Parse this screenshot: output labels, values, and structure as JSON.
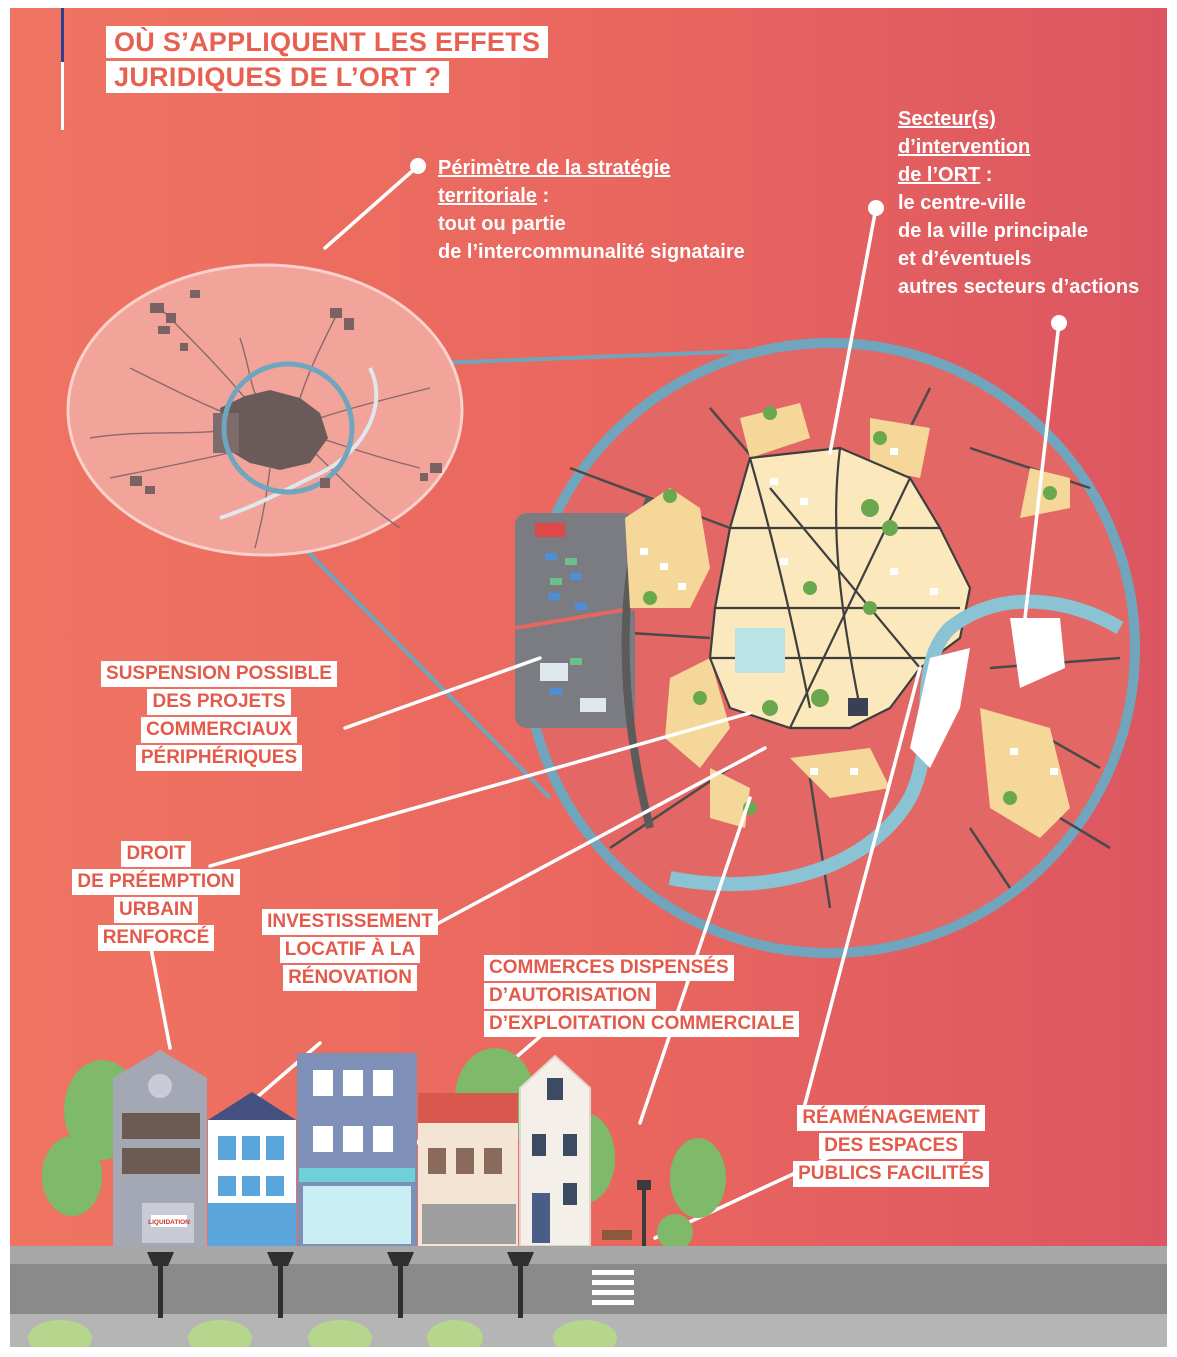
{
  "title": {
    "line1": "OÙ S’APPLIQUENT LES EFFETS",
    "line2": "JURIDIQUES DE L’ORT ?"
  },
  "perimetre": {
    "heading1": "Périmètre de la stratégie",
    "heading2": "territoriale",
    "colon": " :",
    "line1": "tout ou partie",
    "line2": "de l’intercommunalité signataire"
  },
  "secteurs": {
    "heading1": "Secteur(s)",
    "heading2": "d’intervention",
    "heading3": "de l’ORT",
    "colon": " :",
    "line1": "le centre-ville",
    "line2": "de la ville principale",
    "line3": "et d’éventuels",
    "line4": "autres secteurs d’actions"
  },
  "labels": {
    "suspension": [
      "SUSPENSION POSSIBLE",
      "DES PROJETS",
      "COMMERCIAUX",
      "PÉRIPHÉRIQUES"
    ],
    "droit": [
      "DROIT",
      "DE PRÉEMPTION",
      "URBAIN",
      "RENFORCÉ"
    ],
    "investissement": [
      "INVESTISSEMENT",
      "LOCATIF À LA",
      "RÉNOVATION"
    ],
    "commerces": [
      "COMMERCES DISPENSÉS",
      "D’AUTORISATION",
      "D’EXPLOITATION COMMERCIALE"
    ],
    "reamenagement": [
      "RÉAMÉNAGEMENT",
      "DES ESPACES",
      "PUBLICS FACILITÉS"
    ]
  },
  "shop_sign": "LIQUIDATION",
  "colors": {
    "background": "#e9665f",
    "label_text": "#e45a4a",
    "zoom_ring": "#6fa6be",
    "block_fill": "#f6d79a",
    "city_fill": "#fbe8bd",
    "road": "#4a4a4a",
    "tree": "#6aa84f",
    "title_bar": "#2f3f8f"
  },
  "icons": [
    "tree-icon",
    "house-icon",
    "streetlamp-icon",
    "hospital-icon",
    "parking-icon",
    "bench-icon"
  ]
}
